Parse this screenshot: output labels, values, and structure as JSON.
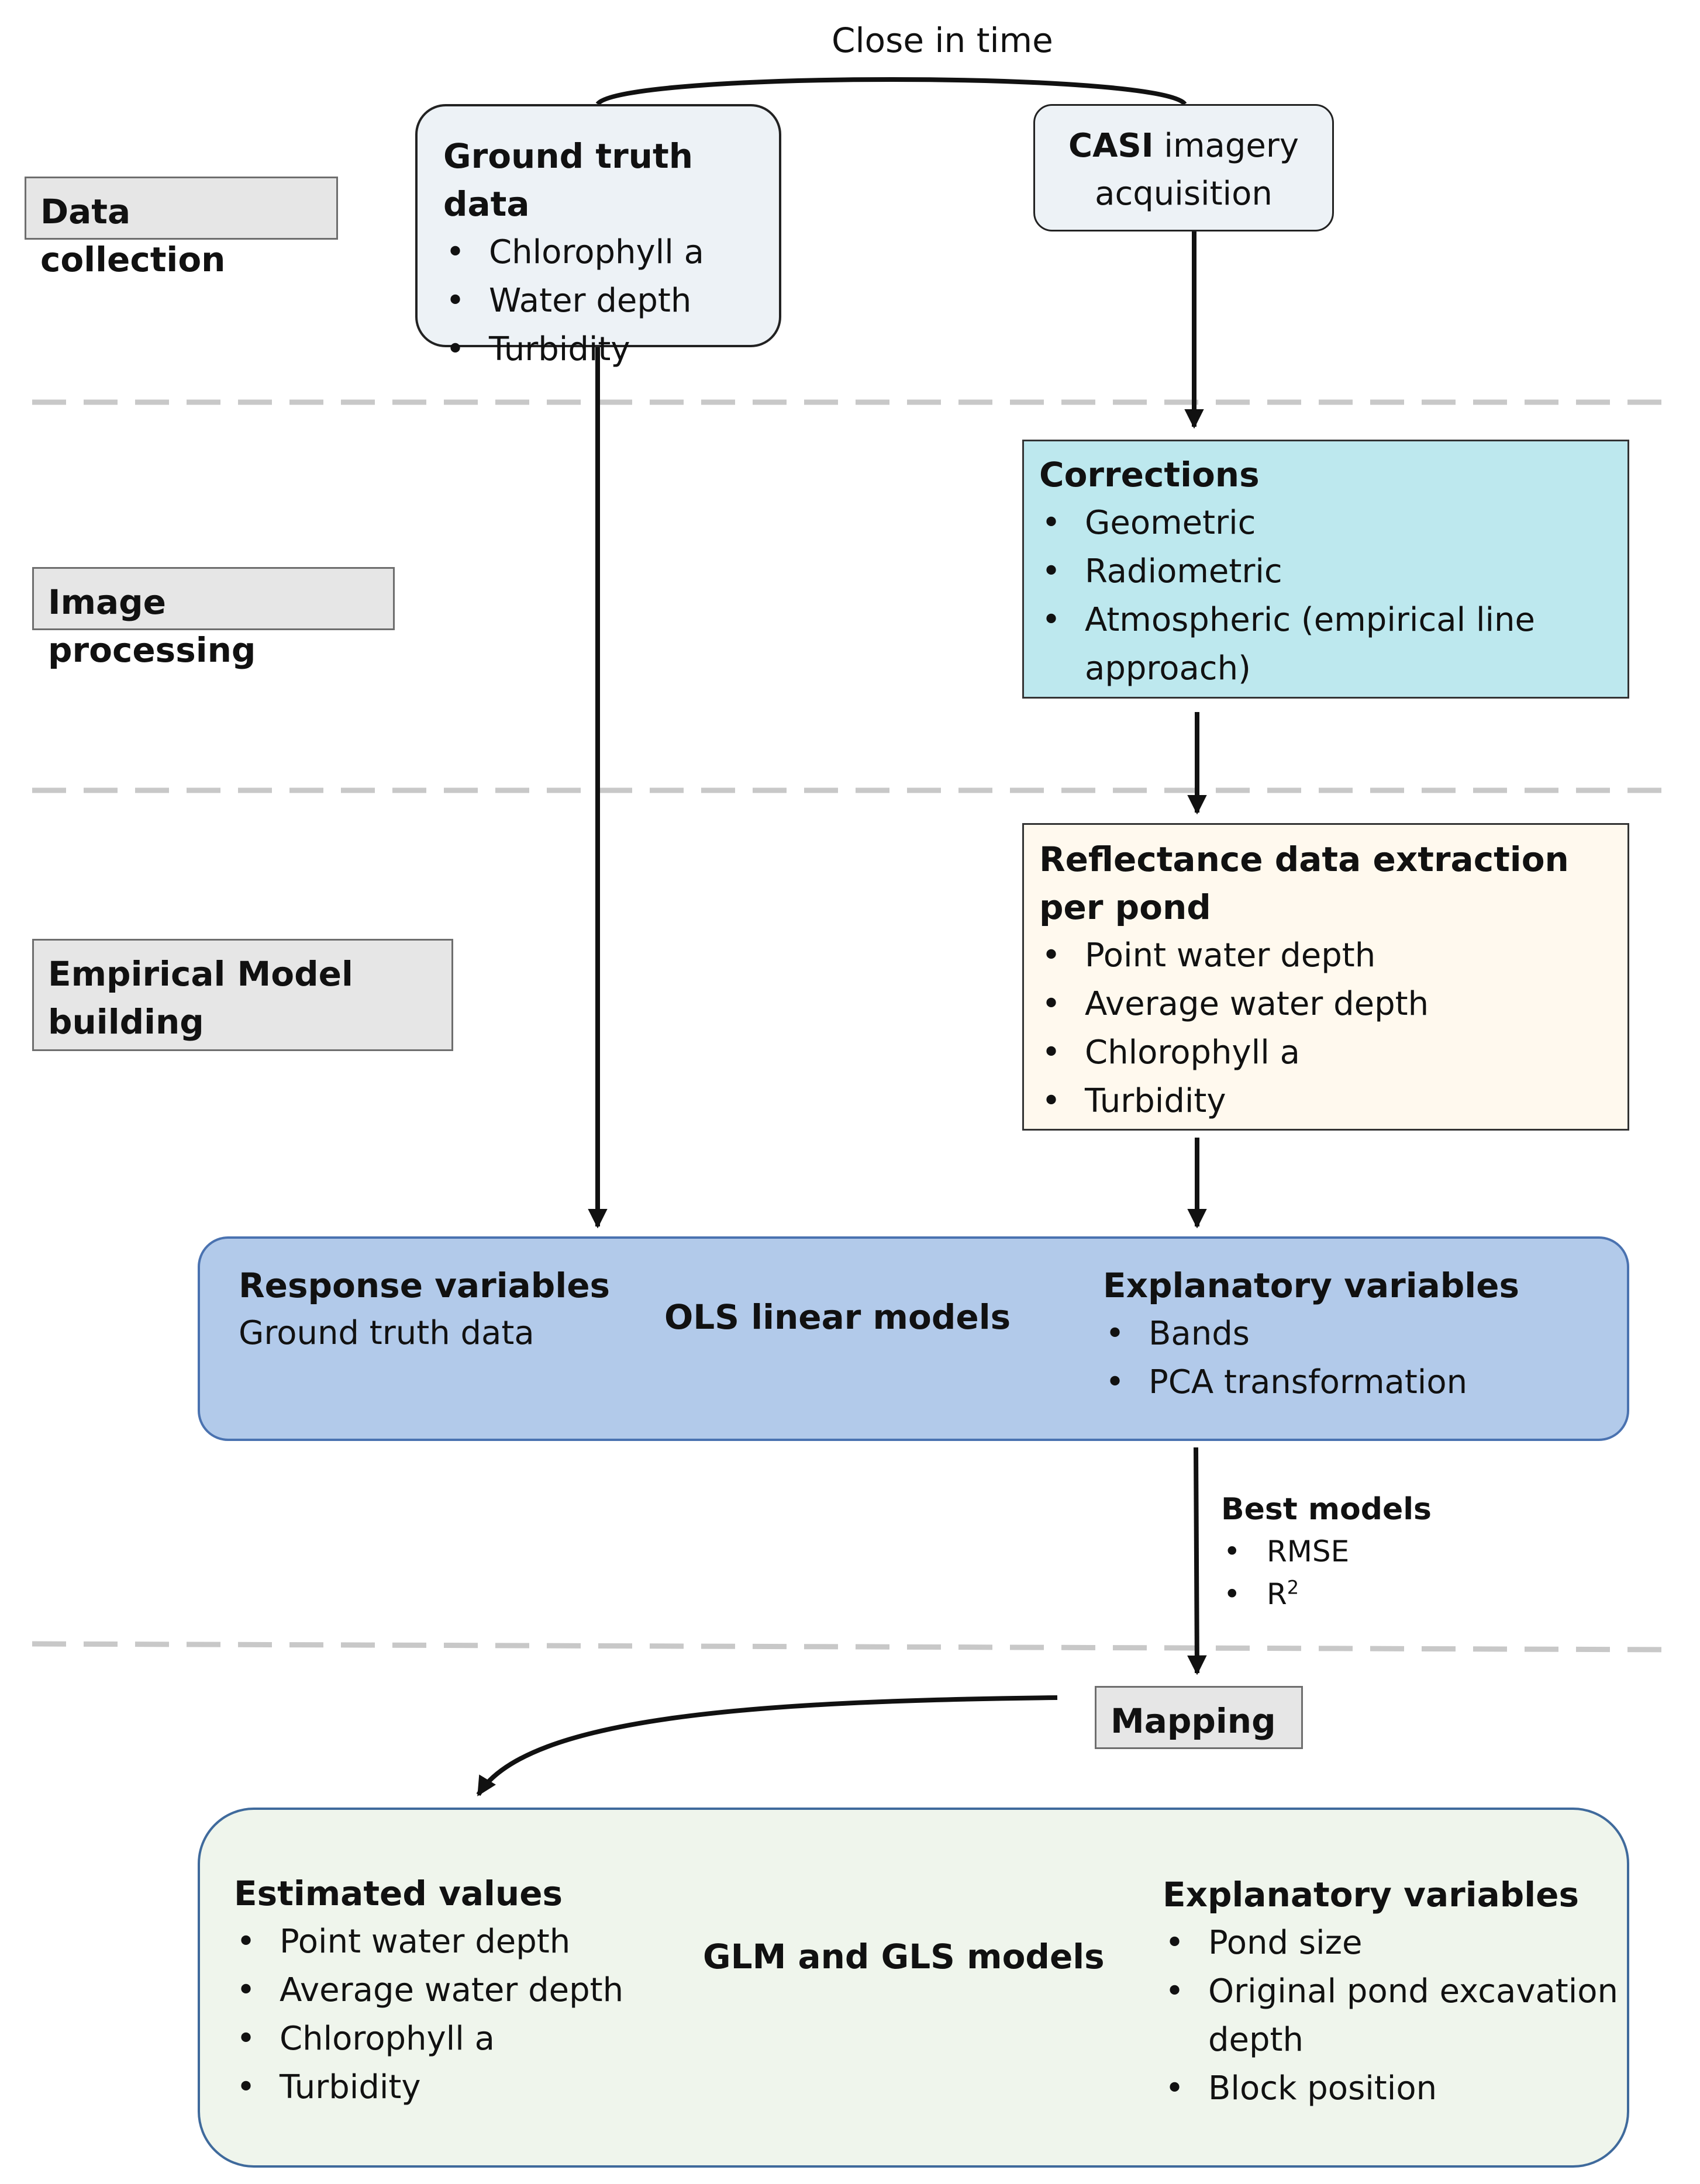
{
  "top": {
    "close_in_time": "Close in time"
  },
  "stages": {
    "data_collection": "Data collection",
    "image_processing": "Image processing",
    "empirical_model": "Empirical Model building"
  },
  "ground_truth": {
    "title": "Ground truth data",
    "items": [
      "Chlorophyll a",
      "Water depth",
      "Turbidity"
    ]
  },
  "casi": {
    "title_bold": "CASI",
    "title_rest": "imagery acquisition"
  },
  "corrections": {
    "title": "Corrections",
    "items": [
      "Geometric",
      "Radiometric",
      "Atmospheric (empirical line approach)"
    ]
  },
  "reflectance": {
    "title": "Reflectance data extraction per pond",
    "items": [
      "Point water depth",
      "Average water depth",
      "Chlorophyll a",
      "Turbidity"
    ]
  },
  "ols": {
    "response_title": "Response variables",
    "response_sub": "Ground truth data",
    "method": "OLS linear models",
    "explanatory_title": "Explanatory variables",
    "explanatory_items": [
      "Bands",
      "PCA transformation"
    ]
  },
  "best_models": {
    "title": "Best models",
    "items": [
      "RMSE",
      "R"
    ],
    "r_superscript": "2"
  },
  "mapping": "Mapping",
  "glm": {
    "estimated_title": "Estimated values",
    "estimated_items": [
      "Point water depth",
      "Average water depth",
      "Chlorophyll a",
      "Turbidity"
    ],
    "method": "GLM and GLS models",
    "explanatory_title": "Explanatory variables",
    "explanatory_items": [
      "Pond size",
      "Original pond excavation depth",
      "Block position"
    ]
  },
  "colors": {
    "node_fill": "#edf2f6",
    "corrections_fill": "#bde8ee",
    "reflectance_fill": "#fff9ee",
    "ols_fill": "#b2caea",
    "ols_border": "#4a72b0",
    "glm_fill": "#eff5ec",
    "glm_border": "#3f6a9c",
    "stage_fill": "#e6e6e6",
    "separator": "#c8c8c8"
  }
}
